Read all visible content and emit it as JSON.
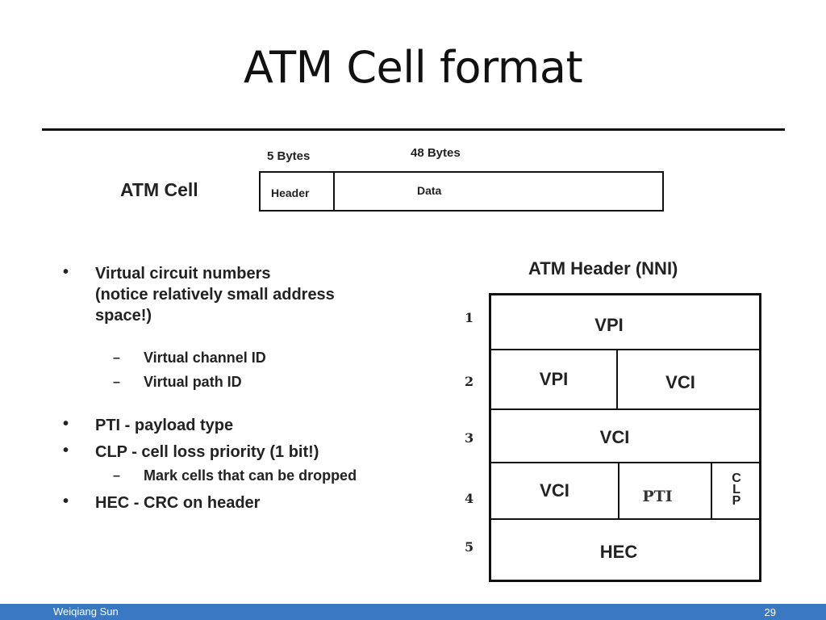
{
  "slide": {
    "title": "ATM Cell format"
  },
  "cell": {
    "label": "ATM Cell",
    "header_bytes": "5 Bytes",
    "data_bytes": "48 Bytes",
    "header_field": "Header",
    "data_field": "Data"
  },
  "bullets": {
    "b1_line1": "Virtual circuit numbers",
    "b1_line2": "(notice relatively small address",
    "b1_line3": "space!)",
    "sub1": "Virtual channel ID",
    "sub2": "Virtual path ID",
    "b2": "PTI - payload type",
    "b3": "CLP - cell loss priority (1 bit!)",
    "sub3": "Mark cells that can be dropped",
    "b4": "HEC - CRC on header",
    "bullet_char": "•",
    "dash_char": "–"
  },
  "header_table": {
    "title": "ATM Header (NNI)",
    "row_numbers": [
      "1",
      "2",
      "3",
      "4",
      "5"
    ],
    "row1": "VPI",
    "row2_left": "VPI",
    "row2_right": "VCI",
    "row3": "VCI",
    "row4_left": "VCI",
    "row4_mid": "PTI",
    "row4_clp": [
      "C",
      "L",
      "P"
    ],
    "row5": "HEC"
  },
  "footer": {
    "author": "Weiqiang Sun",
    "page": "29",
    "color": "#3a79c2"
  }
}
